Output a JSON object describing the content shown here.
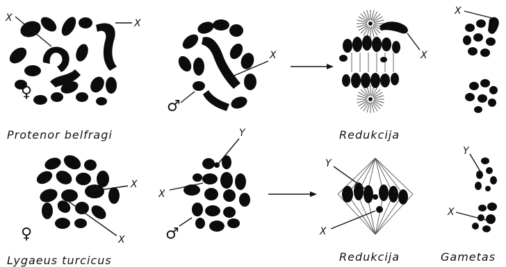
{
  "rows": [
    {
      "species": "Protenor belfragi",
      "female_symbol": "♀",
      "male_symbol": "♂",
      "female_labels": [
        "X",
        "X"
      ],
      "male_label": "X",
      "division_caption": "Redukcija",
      "division_label": "X",
      "gamete_labels": [
        "X"
      ]
    },
    {
      "species": "Lygaeus turcicus",
      "female_symbol": "♀",
      "male_symbol": "♂",
      "female_labels": [
        "X",
        "X"
      ],
      "male_labels": [
        "Y",
        "X"
      ],
      "division_caption": "Redukcija",
      "division_labels": [
        "Y",
        "X"
      ],
      "gamete_labels": [
        "Y",
        "X"
      ]
    }
  ],
  "gametes_caption": "Gametas",
  "colors": {
    "chromosome": "#0c0c0c",
    "background": "#ffffff"
  }
}
